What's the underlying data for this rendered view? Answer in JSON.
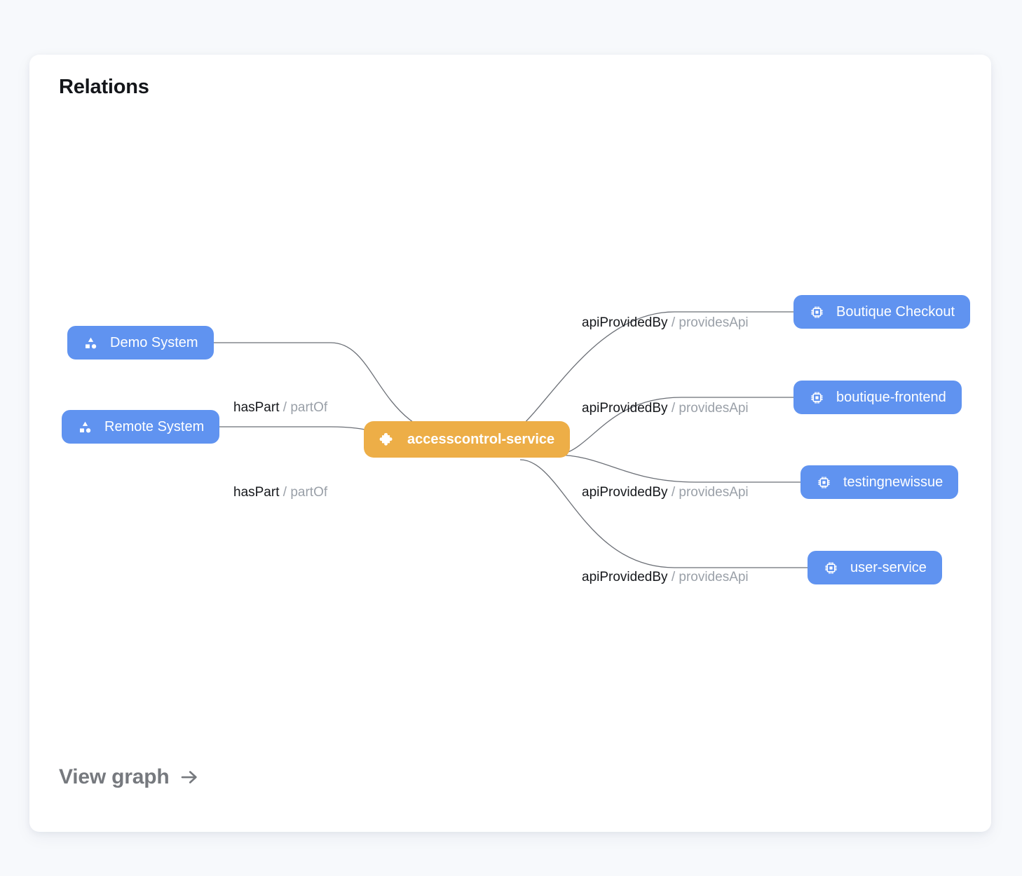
{
  "card": {
    "title": "Relations",
    "view_graph_label": "View graph",
    "view_graph_icon": "arrow-right-icon"
  },
  "colors": {
    "page_background": "#f7f9fc",
    "card_background": "#ffffff",
    "node_blue": "#6093F0",
    "node_orange": "#EDAE47",
    "edge_line": "#6b6f76",
    "relation_text": "#16181c",
    "relation_reverse_text": "#9aa0a8",
    "title_text": "#14161a",
    "view_graph_text": "#76797e"
  },
  "graph": {
    "center_node": {
      "label": "accesscontrol-service",
      "kind": "component",
      "icon": "puzzle-piece-icon",
      "color": "#EDAE47"
    },
    "left_nodes": [
      {
        "label": "Demo System",
        "kind": "system",
        "icon": "shapes-icon",
        "color": "#6093F0"
      },
      {
        "label": "Remote System",
        "kind": "system",
        "icon": "shapes-icon",
        "color": "#6093F0"
      }
    ],
    "right_nodes": [
      {
        "label": "Boutique Checkout",
        "kind": "api",
        "icon": "chip-icon",
        "color": "#6093F0"
      },
      {
        "label": "boutique-frontend",
        "kind": "api",
        "icon": "chip-icon",
        "color": "#6093F0"
      },
      {
        "label": "testingnewissue",
        "kind": "api",
        "icon": "chip-icon",
        "color": "#6093F0"
      },
      {
        "label": "user-service",
        "kind": "api",
        "icon": "chip-icon",
        "color": "#6093F0"
      }
    ],
    "edges": [
      {
        "forward": "hasPart",
        "separator": "/",
        "reverse": "partOf",
        "from": "Demo System",
        "to": "accesscontrol-service"
      },
      {
        "forward": "hasPart",
        "separator": "/",
        "reverse": "partOf",
        "from": "Remote System",
        "to": "accesscontrol-service"
      },
      {
        "forward": "apiProvidedBy",
        "separator": "/",
        "reverse": "providesApi",
        "from": "accesscontrol-service",
        "to": "Boutique Checkout"
      },
      {
        "forward": "apiProvidedBy",
        "separator": "/",
        "reverse": "providesApi",
        "from": "accesscontrol-service",
        "to": "boutique-frontend"
      },
      {
        "forward": "apiProvidedBy",
        "separator": "/",
        "reverse": "providesApi",
        "from": "accesscontrol-service",
        "to": "testingnewissue"
      },
      {
        "forward": "apiProvidedBy",
        "separator": "/",
        "reverse": "providesApi",
        "from": "accesscontrol-service",
        "to": "user-service"
      }
    ]
  }
}
